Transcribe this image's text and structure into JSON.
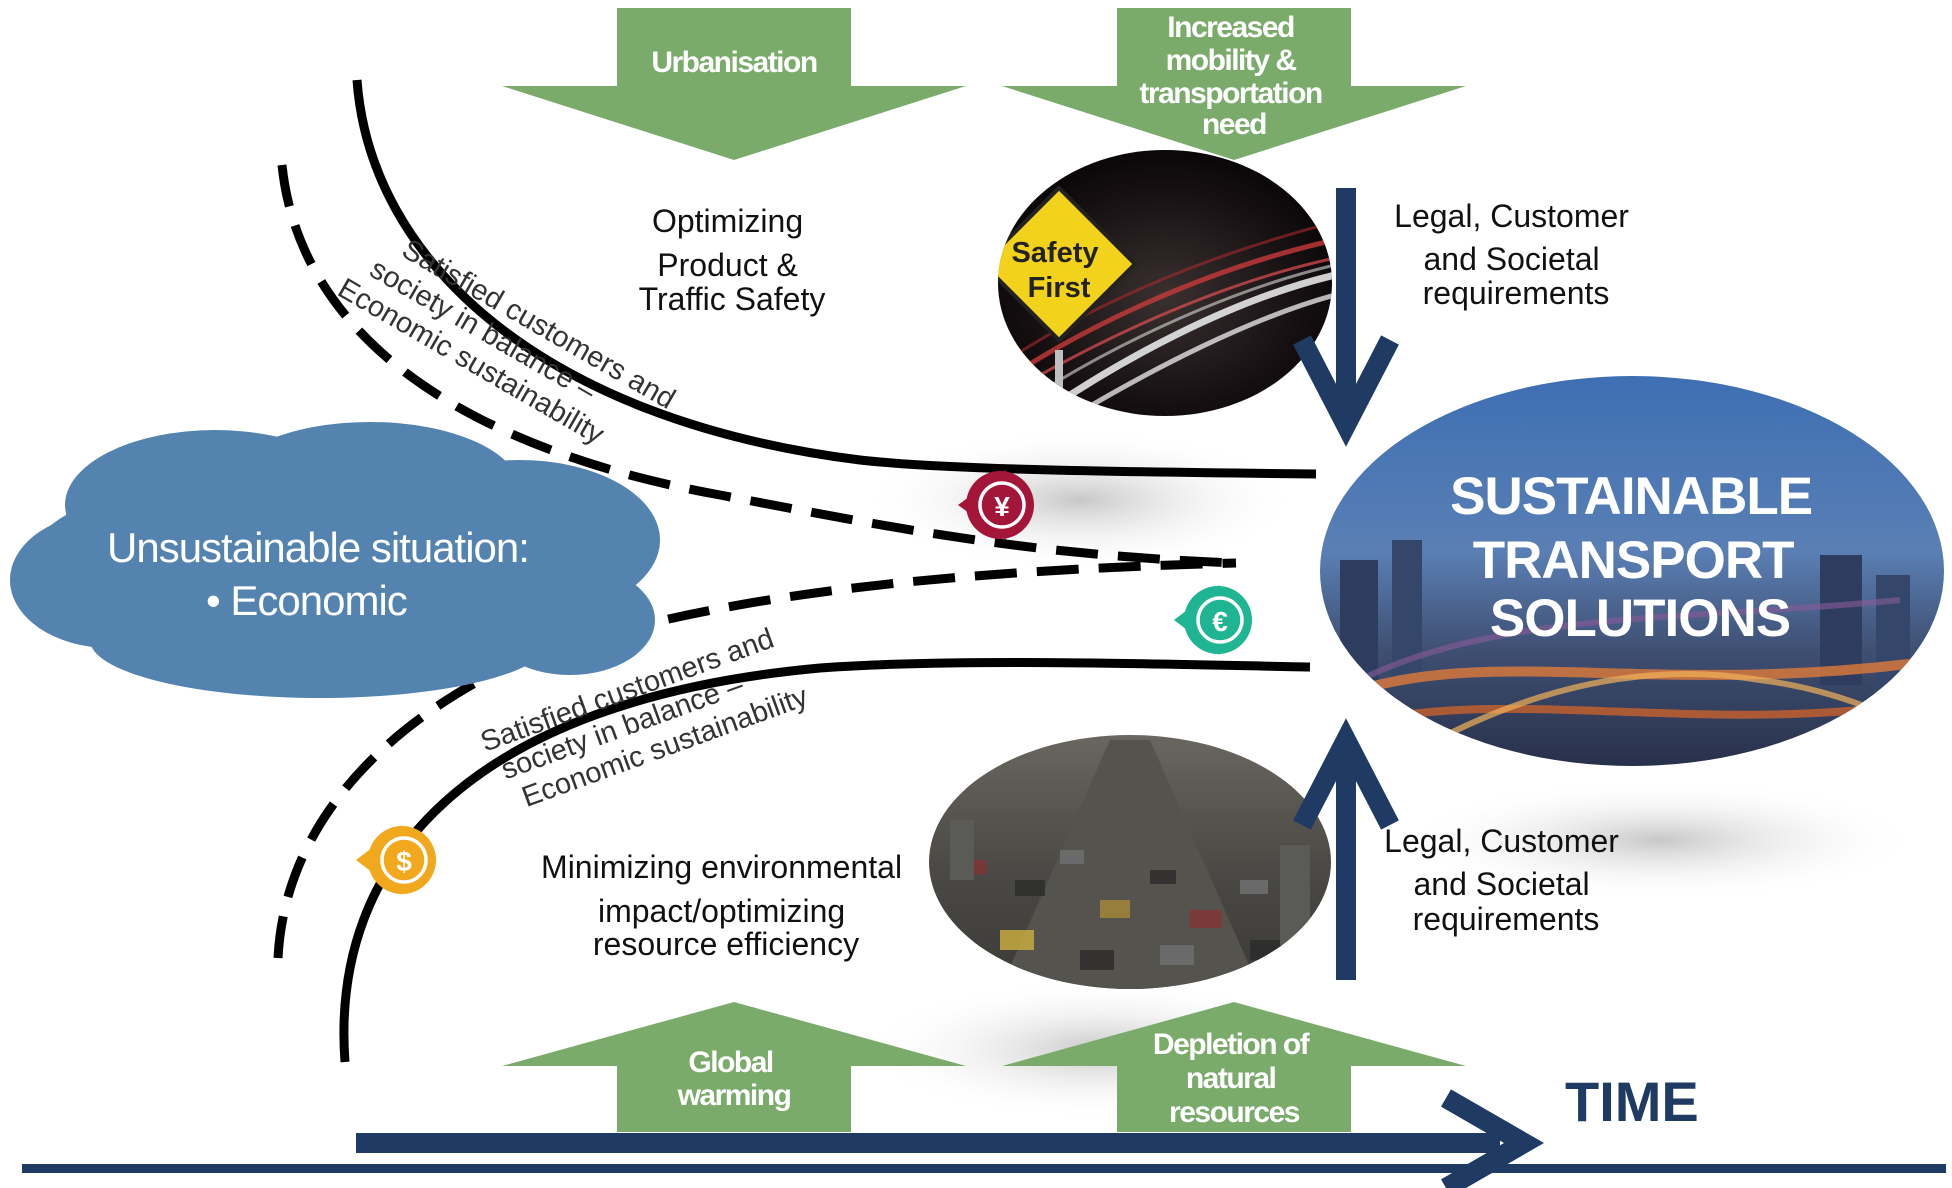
{
  "top_arrows": {
    "left": {
      "lines": [
        "Urbanisation"
      ]
    },
    "right": {
      "lines": [
        "Increased",
        "mobility &",
        "transportation",
        "need"
      ]
    }
  },
  "bottom_arrows": {
    "left": {
      "lines": [
        "Global",
        "warming"
      ]
    },
    "right": {
      "lines": [
        "Depletion of",
        "natural",
        "resources"
      ]
    }
  },
  "upper_branch": {
    "text": {
      "lines": [
        "Optimizing",
        "Product &",
        "Traffic Safety"
      ]
    },
    "image": {
      "sign_lines": [
        "Safety",
        "First"
      ]
    },
    "curve_caption": [
      "Satisfied customers and",
      "society in balance –",
      "Economic sustainability"
    ],
    "currency_icon": "yen-icon"
  },
  "lower_branch": {
    "text": {
      "lines": [
        "Minimizing environmental",
        "impact/optimizing",
        "resource efficiency"
      ]
    },
    "image": {},
    "curve_caption": [
      "Satisfied customers and",
      "society in balance –",
      "Economic sustainability"
    ],
    "currency_icon": "dollar-icon"
  },
  "middle_currency_icon": "euro-icon",
  "cloud": {
    "title": "Unsustainable situation:",
    "bullet": "• Economic"
  },
  "requirements_top": [
    "Legal, Customer",
    "and Societal",
    "requirements"
  ],
  "requirements_bottom": [
    "Legal, Customer",
    "and Societal",
    "requirements"
  ],
  "oval": {
    "lines": [
      "SUSTAINABLE",
      "TRANSPORT",
      "SOLUTIONS"
    ]
  },
  "time_label": "TIME",
  "colors": {
    "green_arrow": "#7aab6b",
    "navy": "#1f3b63",
    "cloud": "#5383ae",
    "yen": "#a3163a",
    "euro": "#1fb592",
    "dollar": "#f2a81d",
    "sign_yellow": "#f2d21b"
  }
}
